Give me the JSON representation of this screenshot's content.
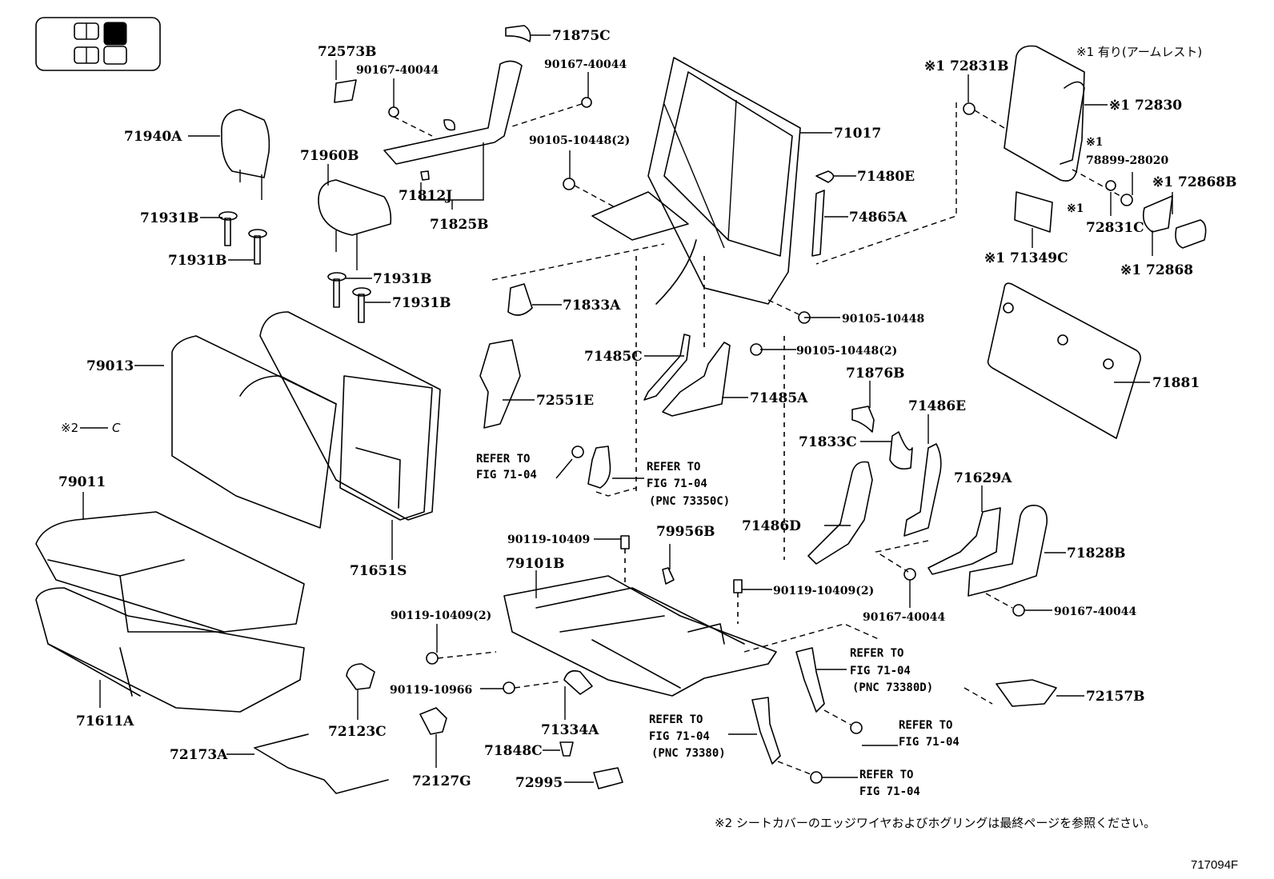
{
  "figure": {
    "id": "717094F",
    "note_1": "※1 有り(アームレスト)",
    "note_2": "※2 シートカバーのエッジワイヤおよびホグリングは最終ページを参照ください。",
    "note_2_marker": "※2",
    "colors": {
      "ink": "#000000",
      "paper": "#ffffff"
    }
  },
  "locator": {
    "icon": "vehicle-seat-locator-icon",
    "highlighted_position": "second-row-right"
  },
  "parts": {
    "p71875C": "71875C",
    "p72573B": "72573B",
    "p90167_40044_a": "90167-40044",
    "p90167_40044_b": "90167-40044",
    "p90167_40044_c": "90167-40044",
    "p90167_40044_d": "90167-40044",
    "p90105_10448_2_a": "90105-10448(2)",
    "p90105_10448": "90105-10448",
    "p90105_10448_2_b": "90105-10448(2)",
    "p71940A": "71940A",
    "p71960B": "71960B",
    "p71812J": "71812J",
    "p71825B": "71825B",
    "p71017": "71017",
    "p71480E": "71480E",
    "p74865A": "74865A",
    "p72831B": "※1 72831B",
    "p72830": "※1 72830",
    "p78899_marker": "※1",
    "p78899_28020": "78899-28020",
    "p72868B": "※1 72868B",
    "p72831C_marker": "※1",
    "p72831C": "72831C",
    "p71349C": "※1 71349C",
    "p72868": "※1 72868",
    "p71931B_a": "71931B",
    "p71931B_b": "71931B",
    "p71931B_c": "71931B",
    "p71931B_d": "71931B",
    "p71833A": "71833A",
    "p71485C": "71485C",
    "p71485A": "71485A",
    "p72551E": "72551E",
    "p71876B": "71876B",
    "p71486E": "71486E",
    "p71833C": "71833C",
    "p71881": "71881",
    "p79013": "79013",
    "p_note2_c": "C",
    "p79011": "79011",
    "p71651S": "71651S",
    "p71629A": "71629A",
    "p71486D": "71486D",
    "p71828B": "71828B",
    "p90119_10409": "90119-10409",
    "p79956B": "79956B",
    "p79101B": "79101B",
    "p90119_10409_2_a": "90119-10409(2)",
    "p90119_10409_2_b": "90119-10409(2)",
    "p90119_10966": "90119-10966",
    "p71334A": "71334A",
    "p71611A": "71611A",
    "p72123C": "72123C",
    "p72173A": "72173A",
    "p72127G": "72127G",
    "p71848C": "71848C",
    "p72995": "72995",
    "p72157B": "72157B"
  },
  "references": {
    "r1": {
      "line1": "REFER TO",
      "line2": "FIG 71-04",
      "line3": ""
    },
    "r2": {
      "line1": "REFER TO",
      "line2": "FIG 71-04",
      "line3": "(PNC 73350C)"
    },
    "r3": {
      "line1": "REFER TO",
      "line2": "FIG 71-04",
      "line3": "(PNC 73380D)"
    },
    "r4": {
      "line1": "REFER TO",
      "line2": "FIG 71-04",
      "line3": ""
    },
    "r5": {
      "line1": "REFER TO",
      "line2": "FIG 71-04",
      "line3": "(PNC 73380)"
    },
    "r6": {
      "line1": "REFER TO",
      "line2": "FIG 71-04",
      "line3": ""
    }
  }
}
